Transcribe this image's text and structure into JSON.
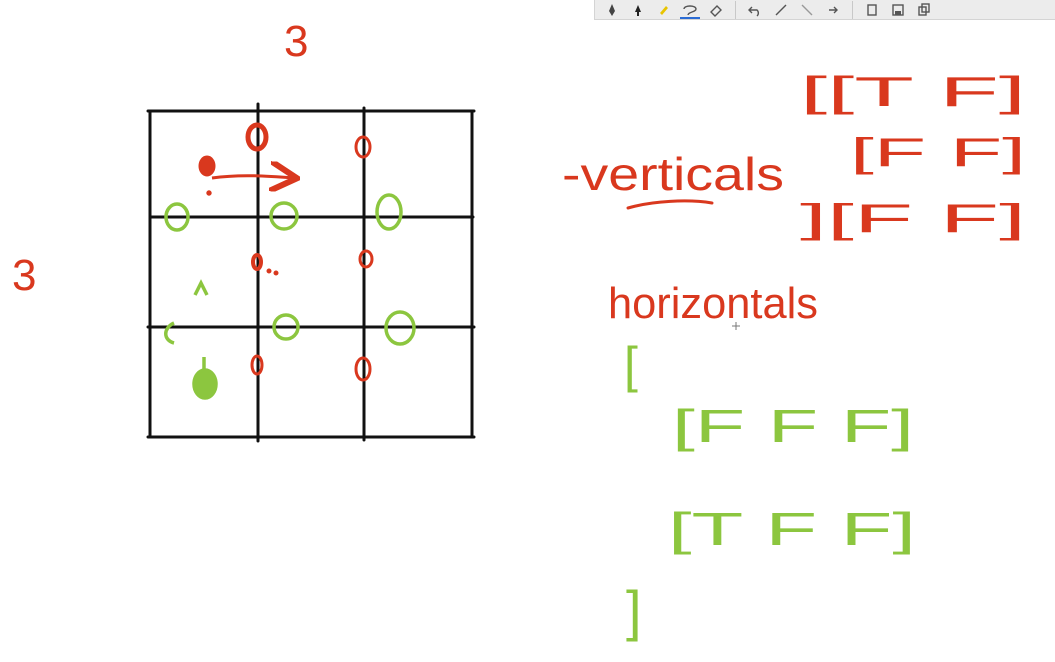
{
  "toolbar": {
    "tools": [
      {
        "icon": "pen-icon"
      },
      {
        "icon": "pen-dark-icon"
      },
      {
        "icon": "highlighter-icon"
      },
      {
        "icon": "lasso-select-icon",
        "active": true
      },
      {
        "icon": "eraser-icon"
      },
      {
        "icon": "undo-icon"
      },
      {
        "icon": "line-tool-icon"
      },
      {
        "icon": "shape-tool-icon"
      },
      {
        "icon": "insert-space-icon"
      },
      {
        "icon": "page-icon"
      },
      {
        "icon": "save-icon"
      },
      {
        "icon": "copy-icon"
      }
    ],
    "accent_color": "#2b6cd4"
  },
  "ink": {
    "red": "#d9381e",
    "green": "#8cc63f",
    "black": "#111111"
  },
  "notes": {
    "grid_rows_label": "3",
    "grid_cols_label": "3",
    "verticals_label": "-verticals",
    "verticals_rows": [
      "[[T F]",
      "[F F]",
      "][F F]"
    ],
    "horizontals_label": "horizontals",
    "horizontals_open": "[",
    "horizontals_rows": [
      "[F F F]",
      "[T F F]"
    ],
    "horizontals_close": "]"
  }
}
